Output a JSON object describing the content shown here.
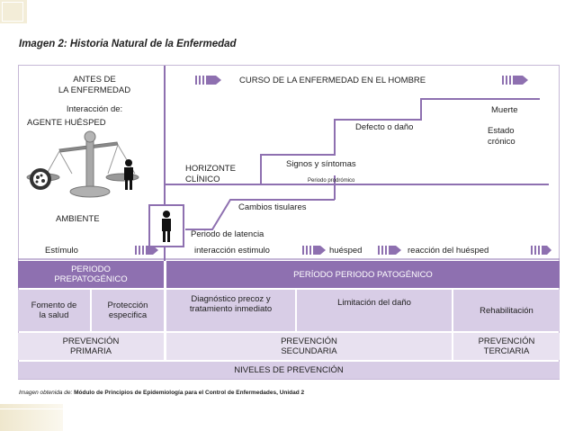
{
  "title": "Imagen 2: Historia Natural de la Enfermedad",
  "before_disease": {
    "line1": "ANTES  DE",
    "line2": "LA ENFERMEDAD"
  },
  "interaction": {
    "label": "Interacción de:",
    "agent_host": "AGENTE   HUÉSPED"
  },
  "environment": "AMBIENTE",
  "stimulus": "Estímulo",
  "course_header": "CURSO DE LA ENFERMEDAD EN EL HOMBRE",
  "clinical_horizon": {
    "line1": "HORIZONTE",
    "line2": "CLÍNICO"
  },
  "stages": {
    "death": "Muerte",
    "chronic_1": "Estado",
    "chronic_2": "crónico",
    "defect": "Defecto o daño",
    "signs": "Signos y síntomas",
    "prodromal": "Periodo prodrómico",
    "tissue_changes": "Cambios tisulares",
    "latency": "Periodo de latencia"
  },
  "interaction_flow": {
    "a": "interacción  estimulo",
    "b": "huésped",
    "c": "reacción del huésped"
  },
  "periods": {
    "prepathogenic_1": "PERIODO",
    "prepathogenic_2": "PREPATOGÉNICO",
    "pathogenic": "PERÍODO PERIODO  PATOGÉNICO"
  },
  "actions": {
    "health_promotion_1": "Fomento de",
    "health_promotion_2": "la salud",
    "specific_protection_1": "Protección",
    "specific_protection_2": "especifica",
    "early_diagnosis_1": "Diagnóstico precoz y",
    "early_diagnosis_2": "tratamiento inmediato",
    "damage_limitation": "Limitación del daño",
    "rehabilitation": "Rehabilitación"
  },
  "prevention": {
    "primary_1": "PREVENCIÓN",
    "primary_2": "PRIMARIA",
    "secondary_1": "PREVENCIÓN",
    "secondary_2": "SECUNDARIA",
    "tertiary_1": "PREVENCIÓN",
    "tertiary_2": "TERCIARIA"
  },
  "levels": "NIVELES DE PREVENCIÓN",
  "source": {
    "prefix": "Imagen obtenida de:",
    "text": "Módulo de Principios de Epidemiología para el Control de Enfermedades, Unidad 2"
  },
  "colors": {
    "purple_dark": "#8e70b0",
    "purple_light": "#d8cde6",
    "purple_pale": "#e8e1f0",
    "cream": "#f3edd8"
  }
}
